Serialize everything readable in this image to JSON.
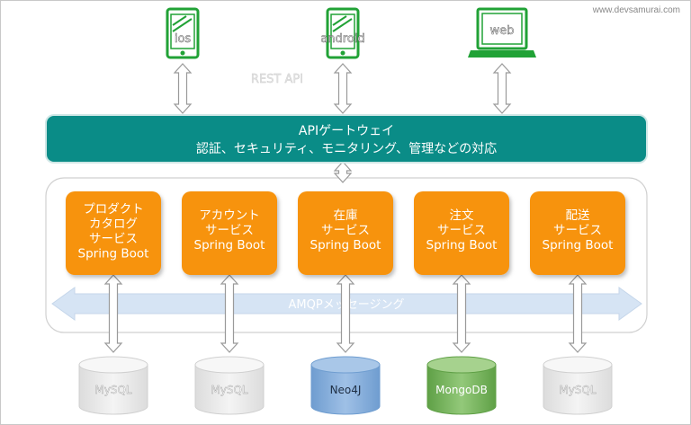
{
  "watermark": "www.devsamurai.com",
  "clients": [
    {
      "label": "ios",
      "icon": "smartphone-icon"
    },
    {
      "label": "android",
      "icon": "smartphone-icon"
    },
    {
      "label": "web",
      "icon": "laptop-icon"
    }
  ],
  "rest_label": "REST API",
  "gateway": {
    "title": "APIゲートウェイ",
    "subtitle": "認証、セキュリティ、モニタリング、管理などの対応"
  },
  "services": [
    {
      "lines": [
        "プロダクト",
        "カタログ",
        "サービス",
        "Spring Boot"
      ]
    },
    {
      "lines": [
        "アカウント",
        "サービス",
        "Spring Boot"
      ]
    },
    {
      "lines": [
        "在庫",
        "サービス",
        "Spring Boot"
      ]
    },
    {
      "lines": [
        "注文",
        "サービス",
        "Spring Boot"
      ]
    },
    {
      "lines": [
        "配送",
        "サービス",
        "Spring Boot"
      ]
    }
  ],
  "messaging_label": "AMQPメッセージング",
  "databases": [
    {
      "label": "MySQL",
      "style": "faded"
    },
    {
      "label": "MySQL",
      "style": "faded"
    },
    {
      "label": "Neo4J",
      "style": "blue"
    },
    {
      "label": "MongoDB",
      "style": "green"
    },
    {
      "label": "MySQL",
      "style": "faded"
    }
  ],
  "colors": {
    "gateway": "#0a8c87",
    "service": "#f7930d",
    "client_icon": "#21a236",
    "neo4j": "#7fa9d6",
    "mongodb": "#76b35a",
    "faded_db": "#e0e0e0",
    "messaging": "#d6e4f4"
  }
}
